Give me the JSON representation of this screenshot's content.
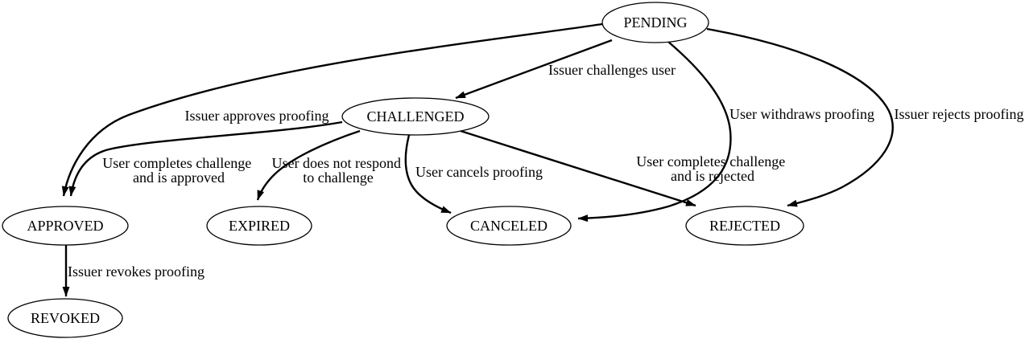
{
  "diagram": {
    "type": "state-machine-graph",
    "colors": {
      "background": "#ffffff",
      "node_fill": "#ffffff",
      "stroke": "#000000",
      "text": "#000000"
    },
    "nodes": {
      "pending": {
        "label": "PENDING"
      },
      "challenged": {
        "label": "CHALLENGED"
      },
      "approved": {
        "label": "APPROVED"
      },
      "expired": {
        "label": "EXPIRED"
      },
      "canceled": {
        "label": "CANCELED"
      },
      "rejected": {
        "label": "REJECTED"
      },
      "revoked": {
        "label": "REVOKED"
      }
    },
    "edges": {
      "pending_challenged": {
        "from": "PENDING",
        "to": "CHALLENGED",
        "label": "Issuer challenges user"
      },
      "pending_approved": {
        "from": "PENDING",
        "to": "APPROVED",
        "label": "Issuer approves proofing"
      },
      "pending_canceled": {
        "from": "PENDING",
        "to": "CANCELED",
        "label": "User withdraws proofing"
      },
      "pending_rejected": {
        "from": "PENDING",
        "to": "REJECTED",
        "label": "Issuer rejects proofing"
      },
      "challenged_approved": {
        "from": "CHALLENGED",
        "to": "APPROVED",
        "label_line1": "User completes challenge",
        "label_line2": "and is approved"
      },
      "challenged_expired": {
        "from": "CHALLENGED",
        "to": "EXPIRED",
        "label_line1": "User does not respond",
        "label_line2": "to challenge"
      },
      "challenged_canceled": {
        "from": "CHALLENGED",
        "to": "CANCELED",
        "label": "User cancels proofing"
      },
      "challenged_rejected": {
        "from": "CHALLENGED",
        "to": "REJECTED",
        "label_line1": "User completes challenge",
        "label_line2": "and is rejected"
      },
      "approved_revoked": {
        "from": "APPROVED",
        "to": "REVOKED",
        "label": "Issuer revokes proofing"
      }
    }
  }
}
